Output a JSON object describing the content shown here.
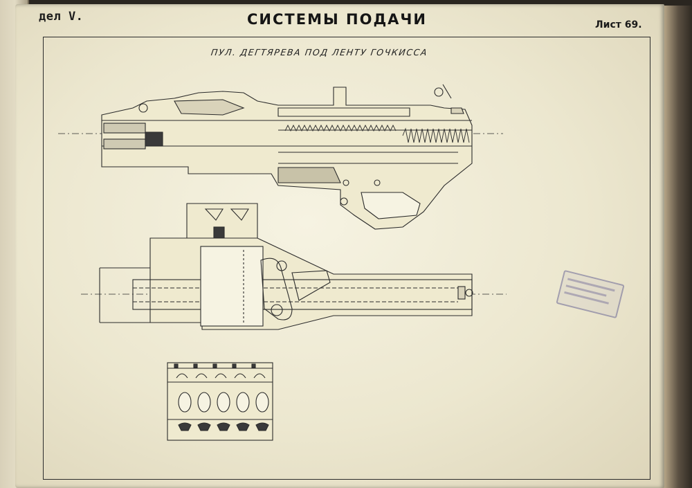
{
  "sheet": {
    "section_label": "дел V.",
    "title": "СИСТЕМЫ ПОДАЧИ",
    "sheet_number": "Лист 69.",
    "drawing_caption": "ПУЛ. ДЕГТЯРЕВА ПОД ЛЕНТУ ГОЧКИССА"
  },
  "colors": {
    "paper": "#f2eedb",
    "ink": "#2b2b2b",
    "stamp": "#8a86b0"
  },
  "figures": [
    {
      "name": "side-section-view"
    },
    {
      "name": "top-plan-view"
    },
    {
      "name": "belt-detail-view"
    }
  ]
}
